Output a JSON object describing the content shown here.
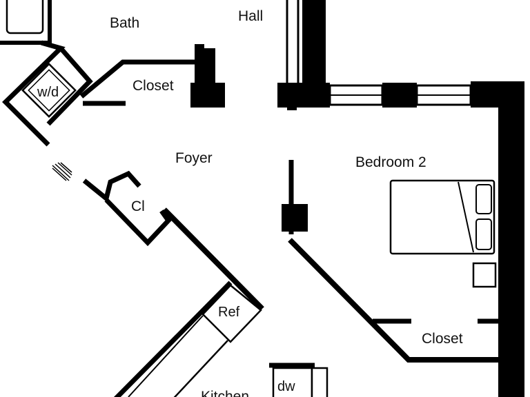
{
  "labels": {
    "bath": "Bath",
    "hall": "Hall",
    "closet_top": "Closet",
    "washer_dryer": "w/d",
    "foyer": "Foyer",
    "bedroom2": "Bedroom 2",
    "cl": "Cl",
    "ref": "Ref",
    "closet_bottom": "Closet",
    "kitchen": "Kitchen",
    "dishwasher": "dw"
  },
  "colors": {
    "wall": "#000000",
    "background": "#ffffff",
    "text": "#111111"
  }
}
